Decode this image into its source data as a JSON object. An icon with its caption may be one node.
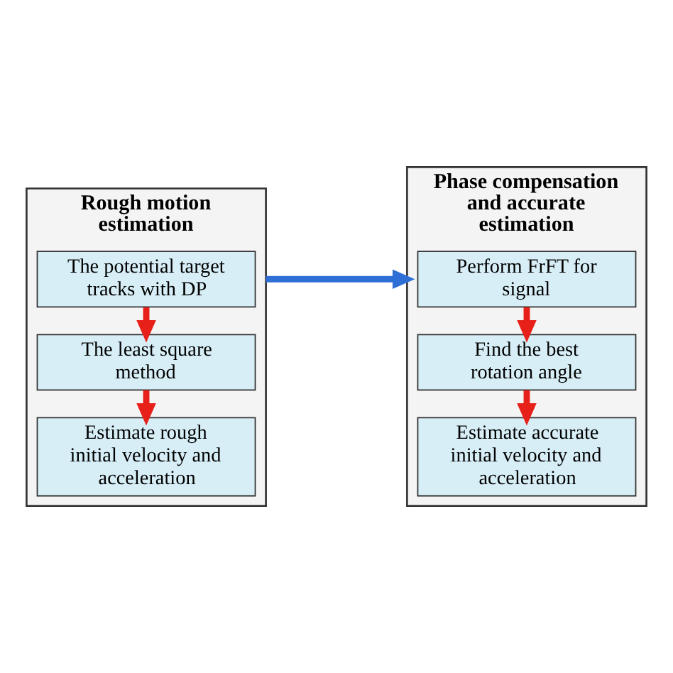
{
  "diagram": {
    "nodes": [
      {
        "text": [
          "Rough motion estimation"
        ]
      },
      {
        "text": [
          "The potential target tracks with DP"
        ],
        "in": 0
      },
      {
        "text": [
          "The least square method"
        ],
        "in": 0
      },
      {
        "text": [
          "Estimate rough initial velocity and acceleration"
        ],
        "in": 0
      },
      {
        "text": [
          "Phase compensation and accurate estimation"
        ]
      },
      {
        "text": [
          "Perform FrFT for signal"
        ],
        "in": 4
      },
      {
        "text": [
          "Find the best rotation angle"
        ],
        "in": 4
      },
      {
        "text": [
          "Estimate accurate initial velocity and acceleration"
        ],
        "in": 4
      }
    ],
    "edges": [
      {
        "from": 1,
        "to": 2,
        "arrow": "to"
      },
      {
        "from": 2,
        "to": 3,
        "arrow": "to"
      },
      {
        "from": 5,
        "to": 6,
        "arrow": "to"
      },
      {
        "from": 6,
        "to": 7,
        "arrow": "to"
      },
      {
        "from": 0,
        "to": 4,
        "arrow": "to",
        "color": "#2e6fd6"
      }
    ]
  }
}
